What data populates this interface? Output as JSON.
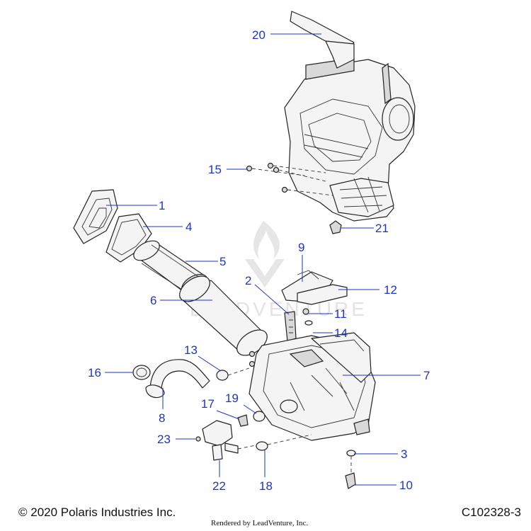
{
  "watermark": {
    "text": "LEADVENTURE"
  },
  "callouts": [
    {
      "id": "20",
      "label": "20"
    },
    {
      "id": "15",
      "label": "15"
    },
    {
      "id": "1",
      "label": "1"
    },
    {
      "id": "4",
      "label": "4"
    },
    {
      "id": "21",
      "label": "21"
    },
    {
      "id": "9",
      "label": "9"
    },
    {
      "id": "5",
      "label": "5"
    },
    {
      "id": "2",
      "label": "2"
    },
    {
      "id": "12",
      "label": "12"
    },
    {
      "id": "6",
      "label": "6"
    },
    {
      "id": "11",
      "label": "11"
    },
    {
      "id": "14",
      "label": "14"
    },
    {
      "id": "13",
      "label": "13"
    },
    {
      "id": "16",
      "label": "16"
    },
    {
      "id": "7",
      "label": "7"
    },
    {
      "id": "17",
      "label": "17"
    },
    {
      "id": "19",
      "label": "19"
    },
    {
      "id": "8",
      "label": "8"
    },
    {
      "id": "23",
      "label": "23"
    },
    {
      "id": "3",
      "label": "3"
    },
    {
      "id": "22",
      "label": "22"
    },
    {
      "id": "18",
      "label": "18"
    },
    {
      "id": "10",
      "label": "10"
    }
  ],
  "footer": {
    "copyright": "© 2020 Polaris Industries Inc.",
    "rendered_by": "Rendered by LeadVenture, Inc.",
    "diagram_id": "C102328-3"
  }
}
